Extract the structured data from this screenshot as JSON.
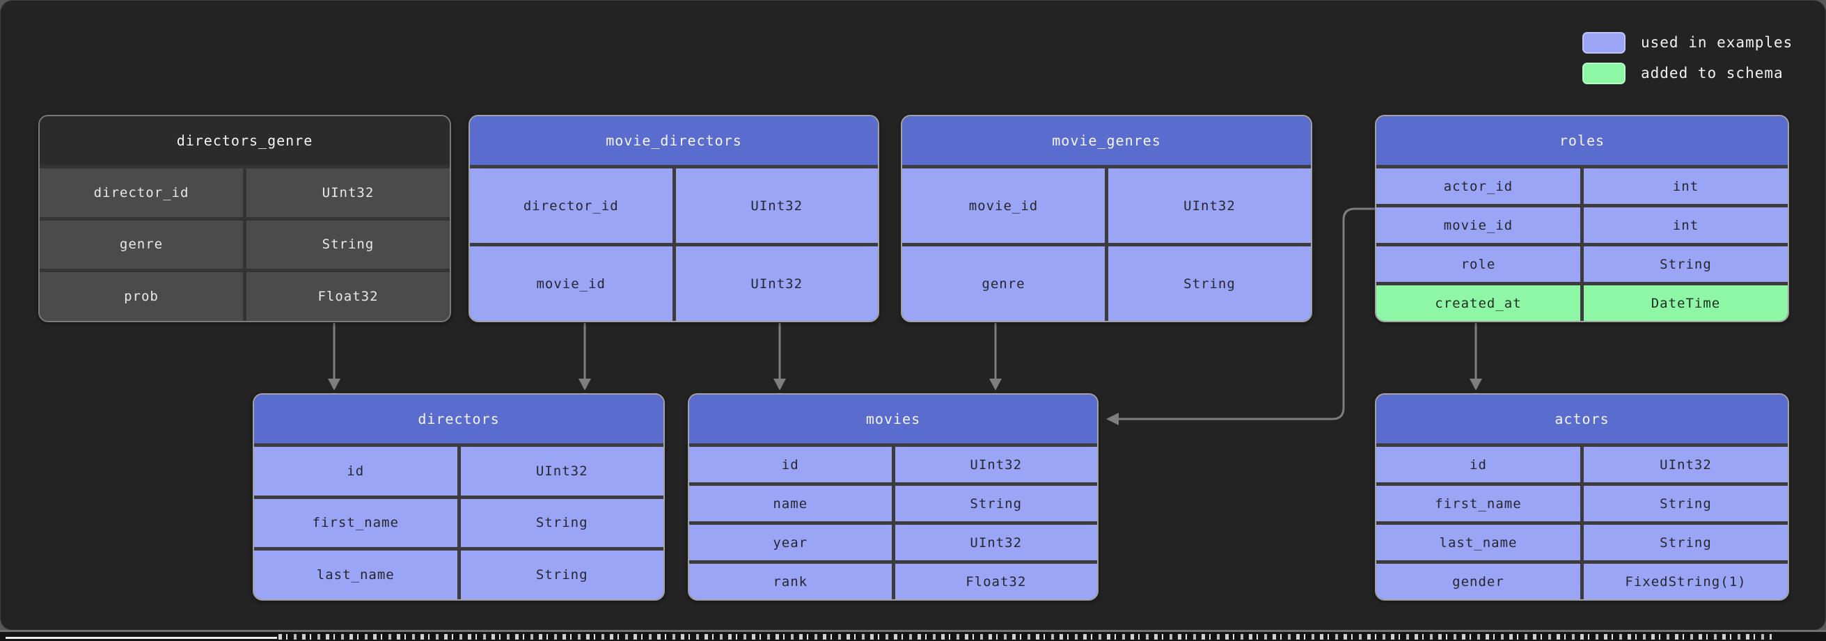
{
  "legend": {
    "items": [
      {
        "label": "used in examples",
        "color": "#9aa5f5"
      },
      {
        "label": "added to schema",
        "color": "#8ef7a6"
      }
    ]
  },
  "colors": {
    "background": "#232323",
    "table_header_blue": "#5a6cce",
    "table_row_blue": "#9aa5f5",
    "table_row_green": "#8ef7a6",
    "table_header_dark": "#2b2b2b",
    "table_row_gray": "#4b4b4b",
    "arrow": "#7e7e7e"
  },
  "tables": [
    {
      "name": "directors_genre",
      "variant": "dark",
      "fields": [
        {
          "name": "director_id",
          "type": "UInt32"
        },
        {
          "name": "genre",
          "type": "String"
        },
        {
          "name": "prob",
          "type": "Float32"
        }
      ]
    },
    {
      "name": "movie_directors",
      "variant": "blue",
      "fields": [
        {
          "name": "director_id",
          "type": "UInt32"
        },
        {
          "name": "movie_id",
          "type": "UInt32"
        }
      ]
    },
    {
      "name": "movie_genres",
      "variant": "blue",
      "fields": [
        {
          "name": "movie_id",
          "type": "UInt32"
        },
        {
          "name": "genre",
          "type": "String"
        }
      ]
    },
    {
      "name": "roles",
      "variant": "blue",
      "fields": [
        {
          "name": "actor_id",
          "type": "int"
        },
        {
          "name": "movie_id",
          "type": "int"
        },
        {
          "name": "role",
          "type": "String"
        },
        {
          "name": "created_at",
          "type": "DateTime",
          "added_to_schema": true
        }
      ]
    },
    {
      "name": "directors",
      "variant": "blue",
      "fields": [
        {
          "name": "id",
          "type": "UInt32"
        },
        {
          "name": "first_name",
          "type": "String"
        },
        {
          "name": "last_name",
          "type": "String"
        }
      ]
    },
    {
      "name": "movies",
      "variant": "blue",
      "fields": [
        {
          "name": "id",
          "type": "UInt32"
        },
        {
          "name": "name",
          "type": "String"
        },
        {
          "name": "year",
          "type": "UInt32"
        },
        {
          "name": "rank",
          "type": "Float32"
        }
      ]
    },
    {
      "name": "actors",
      "variant": "blue",
      "fields": [
        {
          "name": "id",
          "type": "UInt32"
        },
        {
          "name": "first_name",
          "type": "String"
        },
        {
          "name": "last_name",
          "type": "String"
        },
        {
          "name": "gender",
          "type": "FixedString(1)"
        }
      ]
    }
  ],
  "connections": [
    {
      "from": "directors_genre",
      "to": "directors"
    },
    {
      "from": "movie_directors",
      "to": "directors"
    },
    {
      "from": "movie_directors",
      "to": "movies"
    },
    {
      "from": "movie_genres",
      "to": "movies"
    },
    {
      "from": "roles",
      "to": "movies"
    },
    {
      "from": "roles",
      "to": "actors"
    }
  ]
}
